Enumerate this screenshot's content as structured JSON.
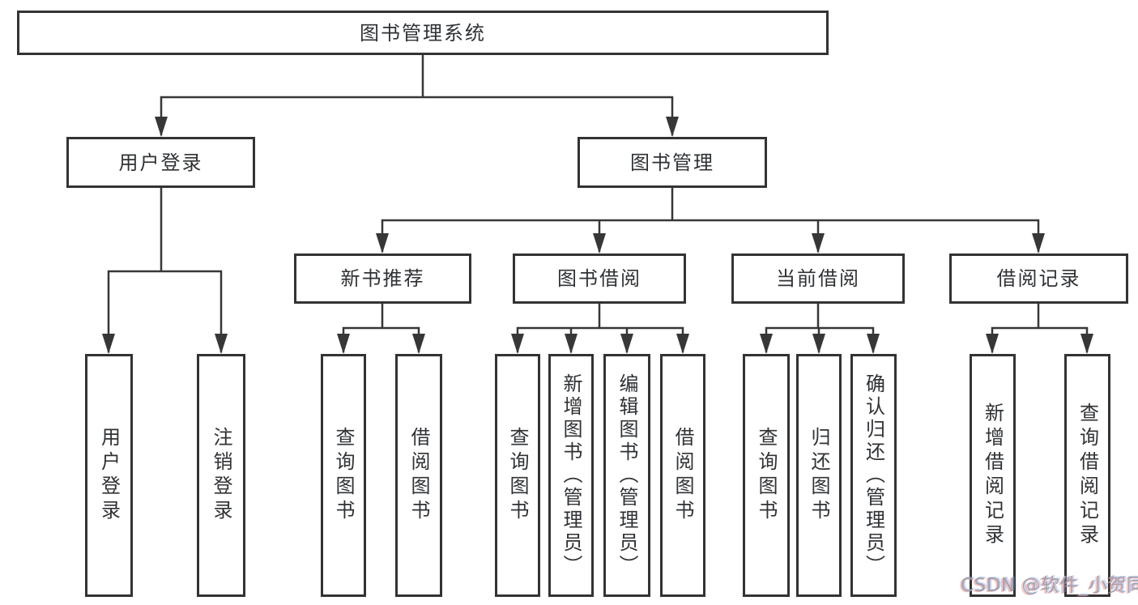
{
  "diagram": {
    "root": {
      "label": "图书管理系统"
    },
    "level2": [
      {
        "id": "user-login",
        "label": "用户登录",
        "children": [
          "用户登录",
          "注销登录"
        ]
      },
      {
        "id": "book-management",
        "label": "图书管理"
      }
    ],
    "level3": [
      {
        "id": "new-book-recommendation",
        "label": "新书推荐",
        "children": [
          "查询图书",
          "借阅图书"
        ]
      },
      {
        "id": "book-borrowing",
        "label": "图书借阅",
        "children": [
          "查询图书",
          "新增图书（管理员）",
          "编辑图书（管理员）",
          "借阅图书"
        ]
      },
      {
        "id": "current-borrowing",
        "label": "当前借阅",
        "children": [
          "查询图书",
          "归还图书",
          "确认归还（管理员）"
        ]
      },
      {
        "id": "borrowing-records",
        "label": "借阅记录",
        "children": [
          "新增借阅记录",
          "查询借阅记录"
        ]
      }
    ]
  },
  "watermark": {
    "text": "CSDN @软件_小贺同学"
  },
  "colors": {
    "line": "#373737",
    "box_border": "#333333",
    "text": "#2f3235",
    "background": "#ffffff",
    "watermark": "#a2a4ab"
  }
}
